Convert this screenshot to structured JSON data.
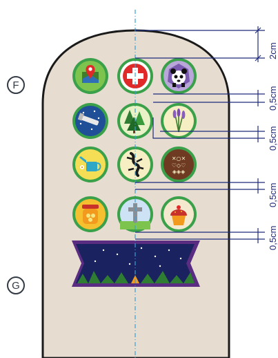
{
  "markers": {
    "f": "F",
    "g": "G"
  },
  "dimensions": {
    "top": "2cm",
    "gap1": "0,5cm",
    "gap2": "0,5cm",
    "gap3": "0,5cm",
    "gap4": "0,5cm"
  },
  "badges": [
    {
      "row": 1,
      "col": 1,
      "icon": "map-pin-icon",
      "bg": "#7cc44e"
    },
    {
      "row": 1,
      "col": 2,
      "icon": "first-aid-cross-icon",
      "bg": "#e02a2a"
    },
    {
      "row": 1,
      "col": 3,
      "icon": "panda-icon",
      "bg": "#7b5bb0"
    },
    {
      "row": 2,
      "col": 1,
      "icon": "telescope-icon",
      "bg": "#1f4f96"
    },
    {
      "row": 2,
      "col": 2,
      "icon": "fir-trees-icon",
      "bg": "#e9f2c6"
    },
    {
      "row": 2,
      "col": 3,
      "icon": "lavender-icon",
      "bg": "#f5efc3"
    },
    {
      "row": 3,
      "col": 1,
      "icon": "watering-can-icon",
      "bg": "#f4de55"
    },
    {
      "row": 3,
      "col": 2,
      "icon": "lizard-icon",
      "bg": "#f5efc3"
    },
    {
      "row": 3,
      "col": 3,
      "icon": "embroidery-pattern-icon",
      "bg": "#6e3a22"
    },
    {
      "row": 4,
      "col": 1,
      "icon": "honey-jar-icon",
      "bg": "#f5c030"
    },
    {
      "row": 4,
      "col": 2,
      "icon": "cross-monument-icon",
      "bg": "#cde3f5"
    },
    {
      "row": 4,
      "col": 3,
      "icon": "cupcake-icon",
      "bg": "#f4e9cf"
    }
  ],
  "banner": {
    "icon": "night-camp-banner-icon",
    "border": "#5a2d82",
    "sky": "#1a2260"
  },
  "colors": {
    "sleeve": "#e6dccf",
    "outline": "#1a1a1a",
    "badge_border": "#3aa04a",
    "dimension": "#1e2a7a",
    "centerline": "#3a9fd8"
  }
}
